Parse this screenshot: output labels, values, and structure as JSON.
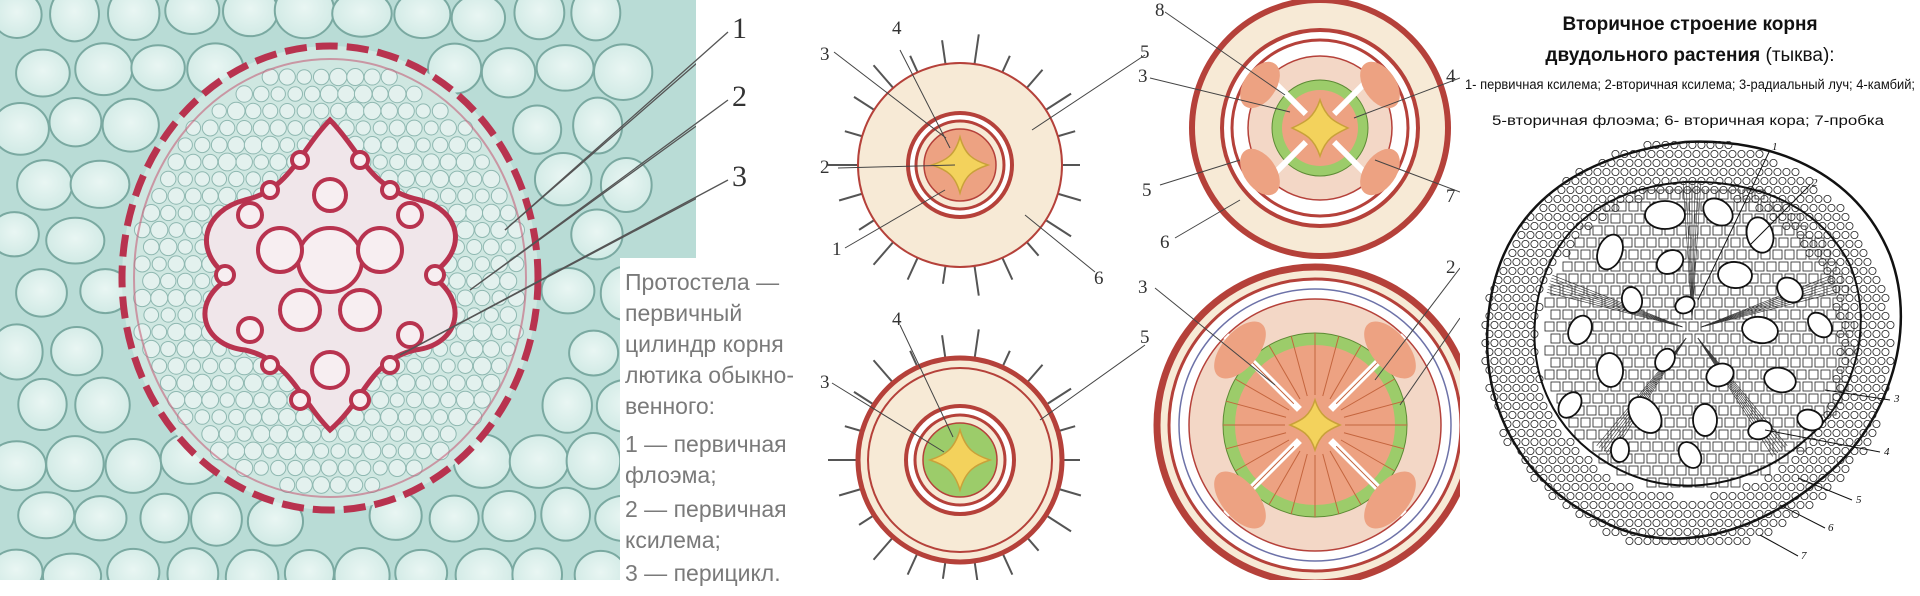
{
  "micrograph": {
    "labels": [
      "1",
      "2",
      "3"
    ],
    "caption_lines": [
      "Протостела —",
      "первичный",
      "цилиндр корня",
      "лютика обыкно-",
      "венного:",
      "1 — первичная",
      "флоэма;",
      "2 — первичная",
      "ксилема;",
      "3 — перицикл."
    ]
  },
  "diagrams": {
    "top_left_labels": [
      "4",
      "3",
      "5",
      "2",
      "1",
      "6"
    ],
    "bottom_left_labels": [
      "4",
      "3",
      "5"
    ],
    "top_right_labels": [
      "8",
      "3",
      "4",
      "5",
      "6",
      "7"
    ],
    "bottom_right_labels": [
      "3",
      "2"
    ]
  },
  "pumpkin": {
    "title_line1": "Вторичное строение корня",
    "title_line2_bold": "двудольного растения",
    "title_line2_normal": " (тыква):",
    "legend_line1": "1- первичная ксилема; 2-вторичная ксилема; 3-радиальный луч; 4-камбий;",
    "legend_line2": "5-вторичная флоэма; 6- вторичная кора; 7-пробка",
    "drawing_labels": [
      "1",
      "2",
      "3",
      "4",
      "5",
      "6",
      "7"
    ]
  },
  "colors": {
    "micro_bg": "#b9dcd6",
    "micro_cell_wall": "#7aa9a1",
    "xylem_red": "#b8334f",
    "caption_gray": "#7a7a7a",
    "diagram_bg": "#fbf7f0",
    "cortex_cream": "#f7ead6",
    "ring_red": "#b5413a",
    "phloem_salmon": "#eda282",
    "xylem_yellow": "#f3d25c",
    "cambium_green": "#9ccc6a"
  }
}
